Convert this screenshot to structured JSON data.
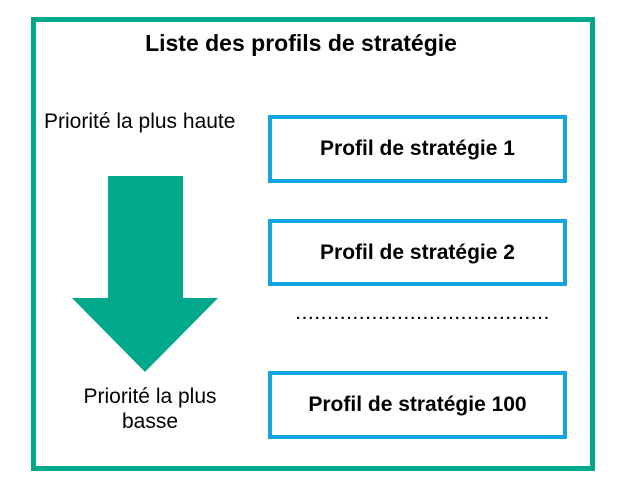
{
  "diagram": {
    "title": "Liste des profils de stratégie",
    "priority_top_label": "Priorité la plus haute",
    "priority_bottom_label": "Priorité la plus basse",
    "arrow_direction": "down",
    "profiles": [
      {
        "label": "Profil de stratégie 1"
      },
      {
        "label": "Profil de stratégie 2"
      },
      {
        "label": "Profil de stratégie 100"
      }
    ],
    "separator_dots": "........................................",
    "colors": {
      "frame_teal": "#00A98C",
      "arrow_teal": "#00A98C",
      "box_blue": "#14A5E1",
      "text": "#000000",
      "background": "#FFFFFF"
    }
  }
}
